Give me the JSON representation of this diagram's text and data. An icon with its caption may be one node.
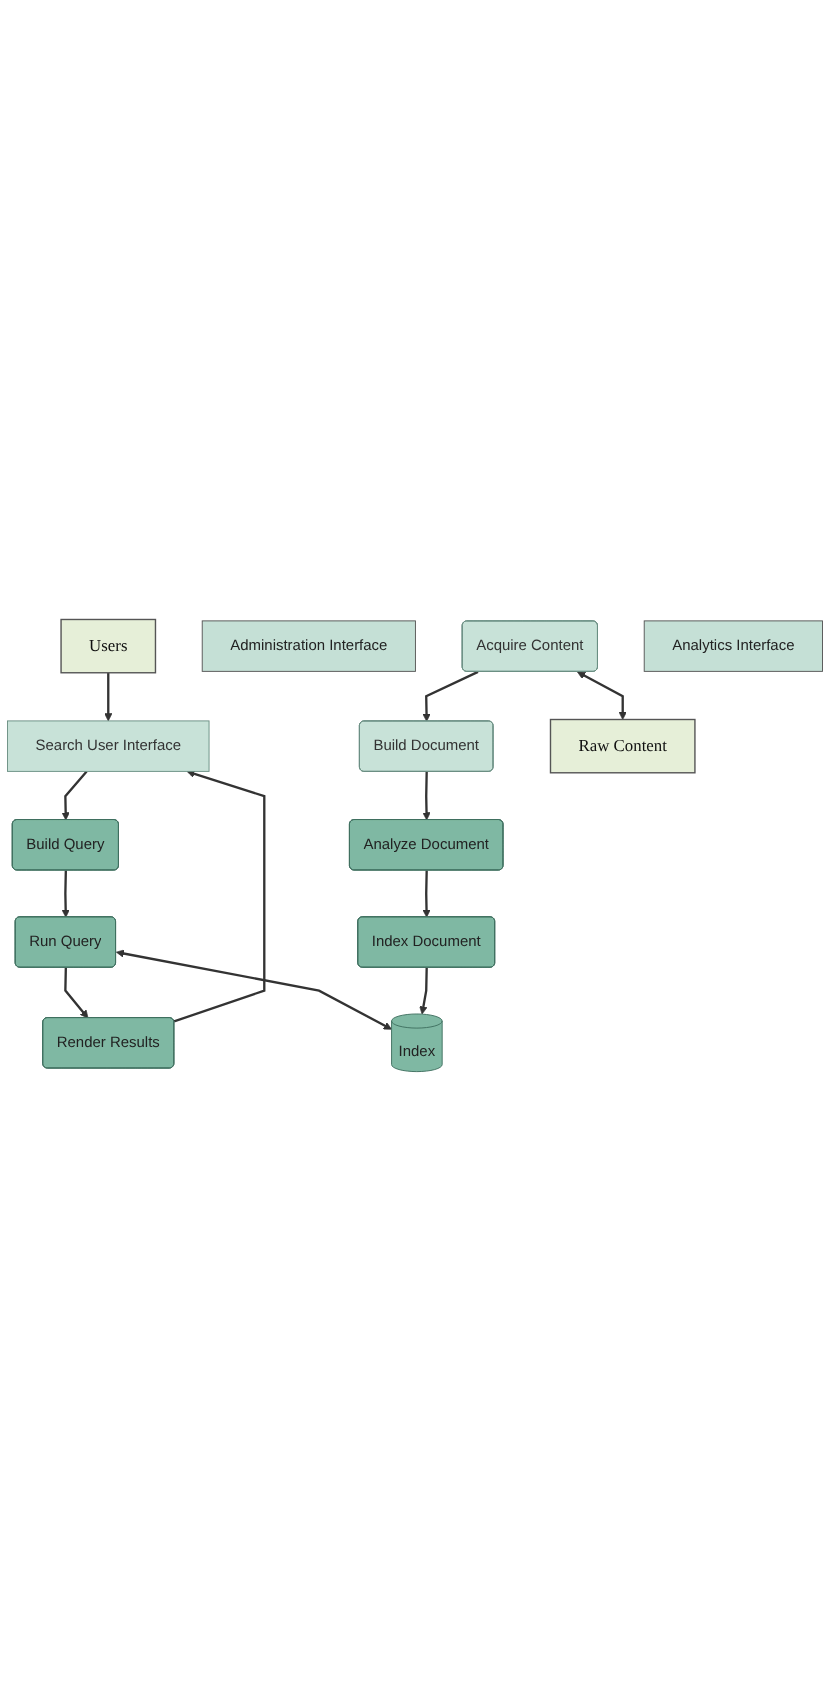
{
  "diagram": {
    "nodes": [
      {
        "text": [
          "Users"
        ]
      },
      {
        "text": [
          "Administration Interface"
        ]
      },
      {
        "text": [
          "Search User Interface"
        ]
      },
      {
        "text": [
          "Build Query"
        ]
      },
      {
        "text": [
          "Render Results"
        ]
      },
      {
        "text": [
          "Run Query"
        ]
      },
      {
        "text": [
          "Index"
        ]
      },
      {
        "text": [
          "Index Document"
        ]
      },
      {
        "text": [
          "Analyze Document"
        ]
      },
      {
        "text": [
          "Build Document"
        ]
      },
      {
        "text": [
          "Acquire Content"
        ]
      },
      {
        "text": [
          "Analytics Interface"
        ]
      },
      {
        "text": [
          "Raw Content"
        ]
      }
    ],
    "edges": [
      {
        "from": 0,
        "to": 2,
        "arrow": "to"
      },
      {
        "from": 2,
        "to": 3,
        "arrow": "to"
      },
      {
        "from": 3,
        "to": 5,
        "arrow": "to"
      },
      {
        "from": 5,
        "to": 4,
        "arrow": "to"
      },
      {
        "from": 4,
        "to": 2,
        "arrow": "to"
      },
      {
        "from": 5,
        "to": 6,
        "arrow": "both"
      },
      {
        "from": 7,
        "to": 6,
        "arrow": "to"
      },
      {
        "from": 8,
        "to": 7,
        "arrow": "to"
      },
      {
        "from": 9,
        "to": 8,
        "arrow": "to"
      },
      {
        "from": 10,
        "to": 9,
        "arrow": "to"
      },
      {
        "from": 10,
        "to": 12,
        "arrow": "both"
      }
    ]
  }
}
